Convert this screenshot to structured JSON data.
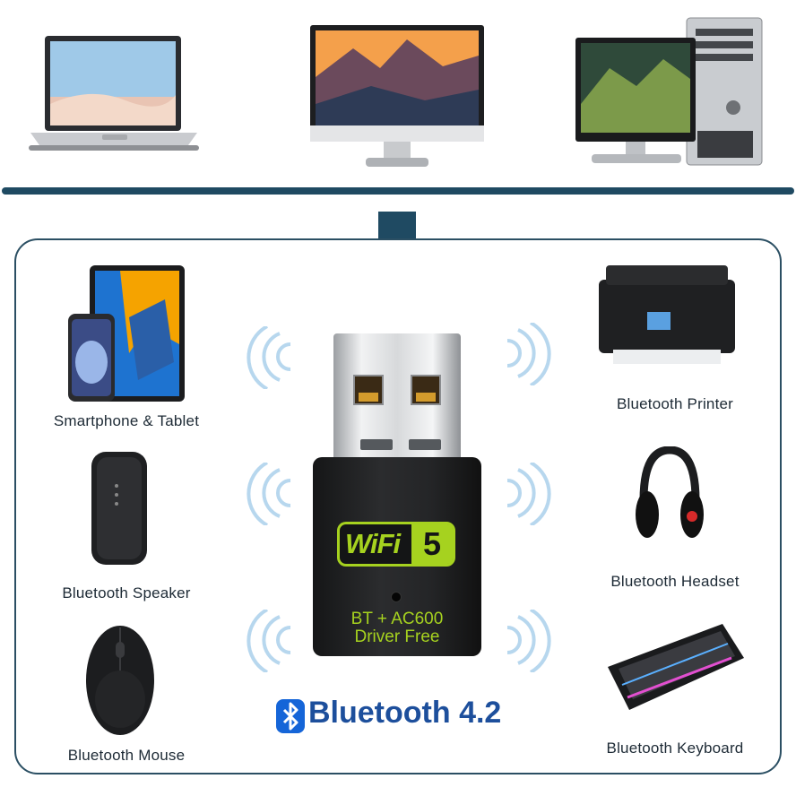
{
  "top_devices": [
    {
      "name": "laptop"
    },
    {
      "name": "monitor"
    },
    {
      "name": "desktop-pc"
    }
  ],
  "left_devices": [
    {
      "label": "Smartphone & Tablet"
    },
    {
      "label": "Bluetooth Speaker"
    },
    {
      "label": "Bluetooth Mouse"
    }
  ],
  "right_devices": [
    {
      "label": "Bluetooth Printer"
    },
    {
      "label": "Bluetooth Headset"
    },
    {
      "label": "Bluetooth Keyboard"
    }
  ],
  "dongle": {
    "badge_text": "WiFi",
    "badge_number": "5",
    "line1": "BT + AC600",
    "line2": "Driver Free"
  },
  "headline": {
    "text": "Bluetooth 4.2",
    "icon": "bluetooth-icon"
  },
  "colors": {
    "navy": "#1f4a62",
    "accent_green": "#a6d21f",
    "bluetooth_blue": "#1565d8",
    "wave_blue": "#b7d7ee"
  }
}
